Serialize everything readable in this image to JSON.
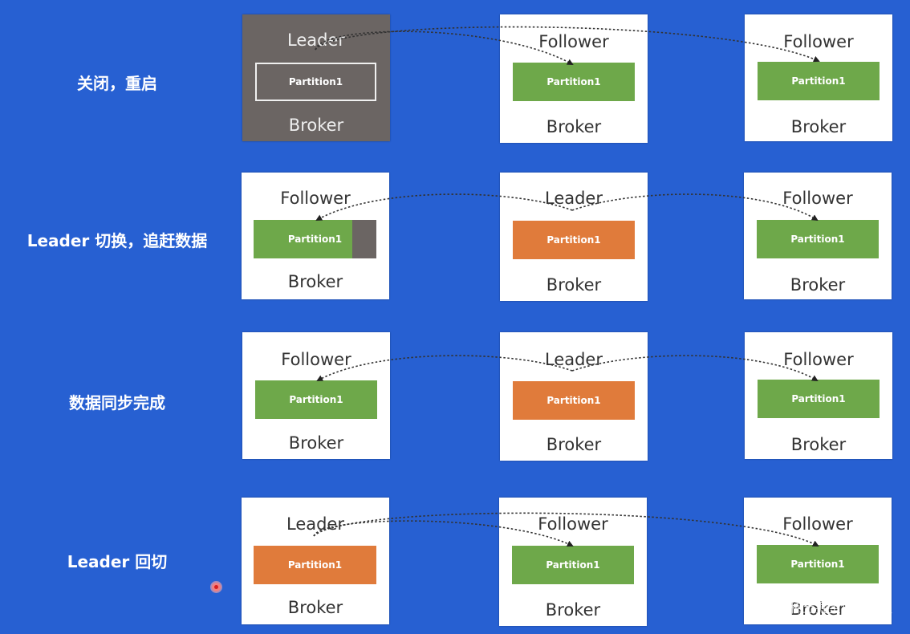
{
  "rows": [
    {
      "label": "关闭，重启",
      "brokers": [
        {
          "role": "Leader",
          "partition": "Partition1",
          "broker": "Broker",
          "state": "offline"
        },
        {
          "role": "Follower",
          "partition": "Partition1",
          "broker": "Broker",
          "state": "follower"
        },
        {
          "role": "Follower",
          "partition": "Partition1",
          "broker": "Broker",
          "state": "follower"
        }
      ]
    },
    {
      "label": "Leader 切换，追赶数据",
      "brokers": [
        {
          "role": "Follower",
          "partition": "Partition1",
          "broker": "Broker",
          "state": "follower-lagging"
        },
        {
          "role": "Leader",
          "partition": "Partition1",
          "broker": "Broker",
          "state": "leader"
        },
        {
          "role": "Follower",
          "partition": "Partition1",
          "broker": "Broker",
          "state": "follower"
        }
      ]
    },
    {
      "label": "数据同步完成",
      "brokers": [
        {
          "role": "Follower",
          "partition": "Partition1",
          "broker": "Broker",
          "state": "follower"
        },
        {
          "role": "Leader",
          "partition": "Partition1",
          "broker": "Broker",
          "state": "leader"
        },
        {
          "role": "Follower",
          "partition": "Partition1",
          "broker": "Broker",
          "state": "follower"
        }
      ]
    },
    {
      "label": "Leader 回切",
      "brokers": [
        {
          "role": "Leader",
          "partition": "Partition1",
          "broker": "Broker",
          "state": "leader"
        },
        {
          "role": "Follower",
          "partition": "Partition1",
          "broker": "Broker",
          "state": "follower"
        },
        {
          "role": "Follower",
          "partition": "Partition1",
          "broker": "Broker",
          "state": "follower"
        }
      ]
    }
  ],
  "watermark": "@稀土掘金技术社区",
  "colors": {
    "background": "#2760d2",
    "follower_partition": "#6ea84a",
    "leader_partition": "#e07b3b",
    "offline_broker": "#6b6563"
  }
}
